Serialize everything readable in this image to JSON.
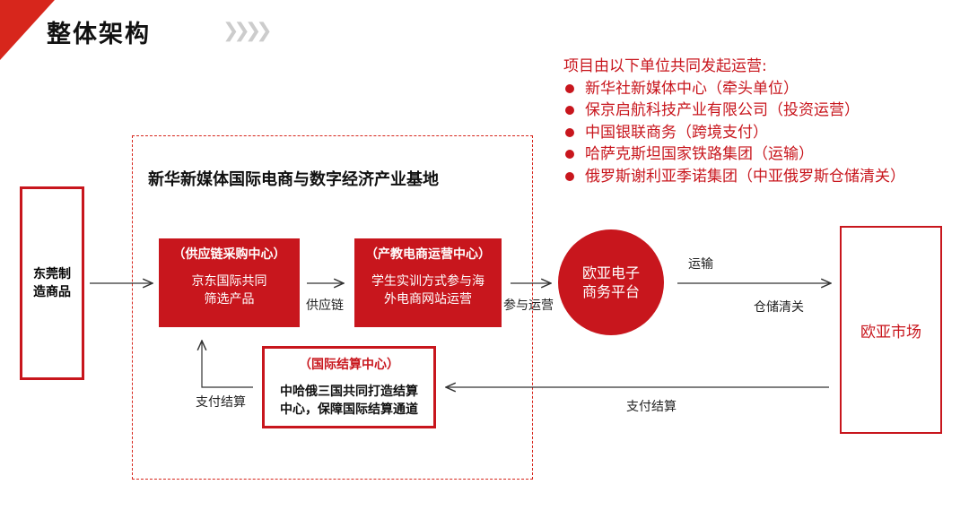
{
  "title": "整体架构",
  "sponsors": {
    "heading": "项目由以下单位共同发起运营:",
    "items": [
      "新华社新媒体中心（牵头单位）",
      "保京启航科技产业有限公司（投资运营）",
      "中国银联商务（跨境支付）",
      "哈萨克斯坦国家铁路集团（运输）",
      "俄罗斯谢利亚季诺集团（中亚俄罗斯仓储清关）"
    ]
  },
  "base_title": "新华新媒体国际电商与数字经济产业基地",
  "source": {
    "line1": "东莞制",
    "line2": "造商品"
  },
  "supply": {
    "heading": "（供应链采购中心）",
    "line1": "京东国际共同",
    "line2": "筛选产品"
  },
  "ecom": {
    "heading": "（产教电商运营中心）",
    "line1": "学生实训方式参与海",
    "line2": "外电商网站运营"
  },
  "settle": {
    "heading": "（国际结算中心）",
    "line1": "中哈俄三国共同打造结算",
    "line2": "中心，保障国际结算通道"
  },
  "platform": {
    "line1": "欧亚电子",
    "line2": "商务平台"
  },
  "market": "欧亚市场",
  "labels": {
    "supply_chain": "供应链",
    "participate": "参与运营",
    "transport": "运输",
    "customs": "仓储清关",
    "payment_right": "支付结算",
    "payment_left": "支付结算"
  }
}
